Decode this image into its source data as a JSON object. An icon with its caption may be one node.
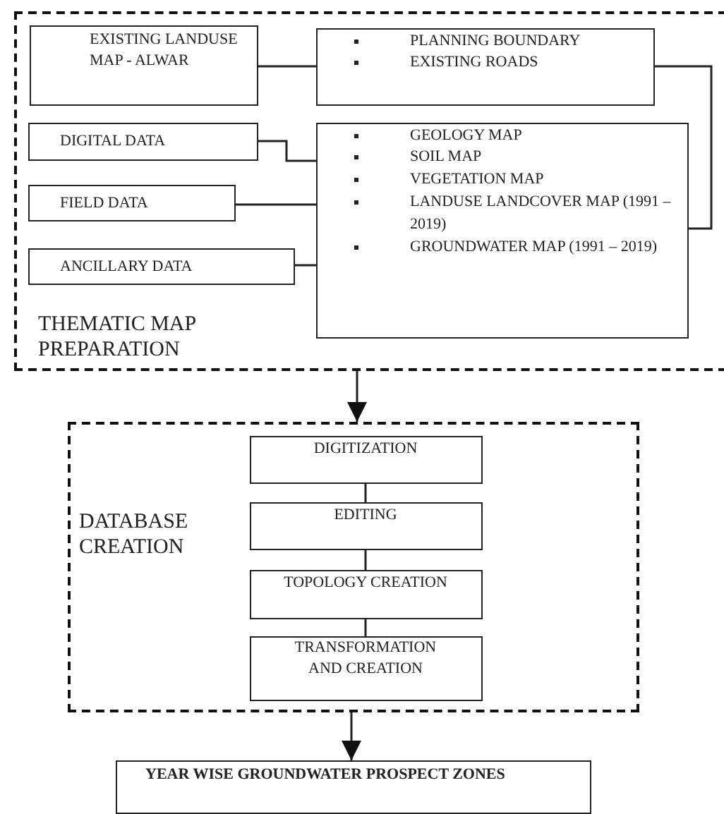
{
  "diagram": {
    "nodes": [
      {
        "text": [
          "THEMATIC MAP PREPARATION"
        ]
      },
      {
        "text": [
          "EXISTING LANDUSE MAP - ALWAR"
        ],
        "in": 0
      },
      {
        "text": [
          "PLANNING BOUNDARY",
          "EXISTING ROADS"
        ],
        "in": 0
      },
      {
        "text": [
          "DIGITAL DATA"
        ],
        "in": 0
      },
      {
        "text": [
          "FIELD DATA"
        ],
        "in": 0
      },
      {
        "text": [
          "ANCILLARY DATA"
        ],
        "in": 0
      },
      {
        "text": [
          "GEOLOGY MAP",
          "SOIL MAP",
          "VEGETATION MAP",
          "LANDUSE LANDCOVER MAP (1991 – 2019)",
          "GROUNDWATER MAP (1991 – 2019)"
        ],
        "in": 0
      },
      {
        "text": [
          "DATABASE CREATION"
        ]
      },
      {
        "text": [
          "DIGITIZATION"
        ],
        "in": 7
      },
      {
        "text": [
          "EDITING"
        ],
        "in": 7
      },
      {
        "text": [
          "TOPOLOGY CREATION"
        ],
        "in": 7
      },
      {
        "text": [
          "TRANSFORMATION AND CREATION"
        ],
        "in": 7
      },
      {
        "text": [
          "YEAR WISE GROUNDWATER PROSPECT ZONES"
        ]
      }
    ],
    "edges": [
      {
        "from": 1,
        "to": 2,
        "arrow": "none"
      },
      {
        "from": 3,
        "to": 6,
        "arrow": "none"
      },
      {
        "from": 4,
        "to": 6,
        "arrow": "none"
      },
      {
        "from": 5,
        "to": 6,
        "arrow": "none"
      },
      {
        "from": 2,
        "to": 6,
        "arrow": "none"
      },
      {
        "from": 0,
        "to": 7,
        "arrow": "to"
      },
      {
        "from": 8,
        "to": 9,
        "arrow": "none"
      },
      {
        "from": 9,
        "to": 10,
        "arrow": "none"
      },
      {
        "from": 10,
        "to": 11,
        "arrow": "none"
      },
      {
        "from": 7,
        "to": 12,
        "arrow": "to"
      }
    ]
  }
}
